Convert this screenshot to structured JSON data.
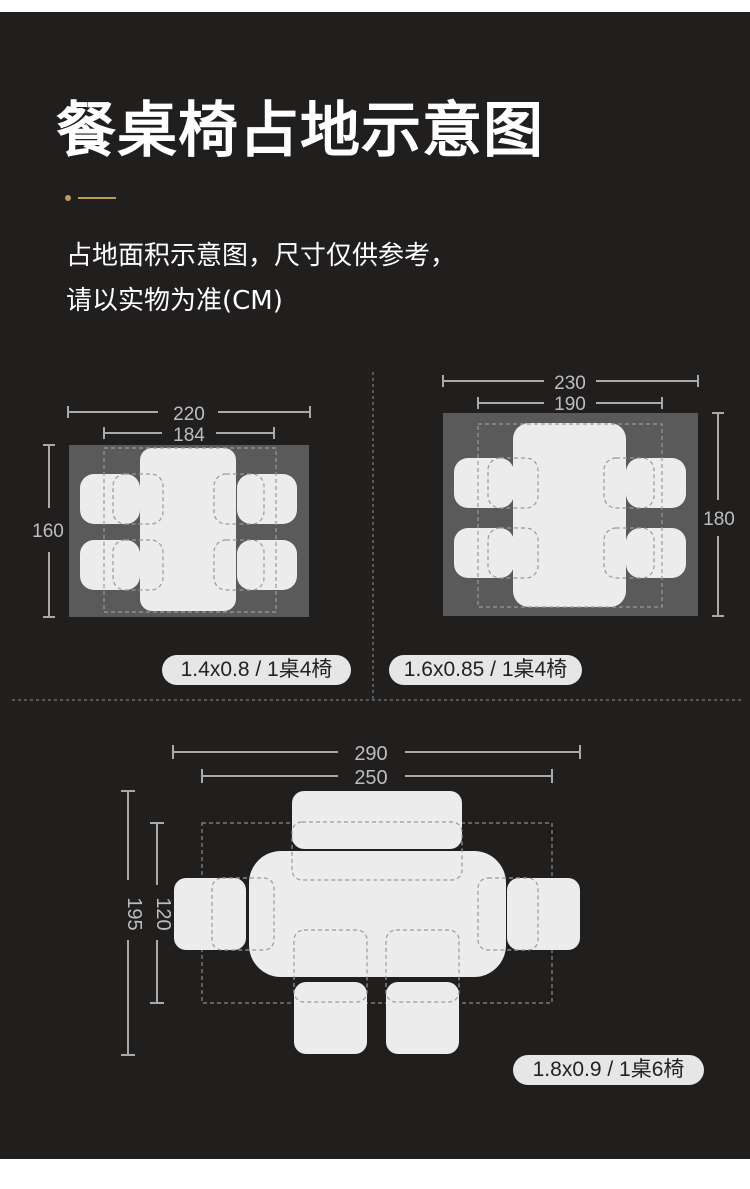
{
  "header": {
    "title": "餐桌椅占地示意图",
    "subtitle_line1": "占地面积示意图，尺寸仅供参考，",
    "subtitle_line2": "请以实物为准(CM)"
  },
  "colors": {
    "background": "#211e1e",
    "accent": "#c19a5b",
    "floor_area": "#5a5a5a",
    "furniture": "#ececec",
    "dimension_line": "#a9a9a9"
  },
  "layouts": [
    {
      "label": "1.4x0.8 / 1桌4椅",
      "width_outer": "220",
      "width_inner": "184",
      "depth": "160"
    },
    {
      "label": "1.6x0.85 / 1桌4椅",
      "width_outer": "230",
      "width_inner": "190",
      "depth": "180"
    },
    {
      "label": "1.8x0.9 / 1桌6椅",
      "width_outer": "290",
      "width_inner": "250",
      "depth_outer": "195",
      "depth_inner": "120"
    }
  ]
}
